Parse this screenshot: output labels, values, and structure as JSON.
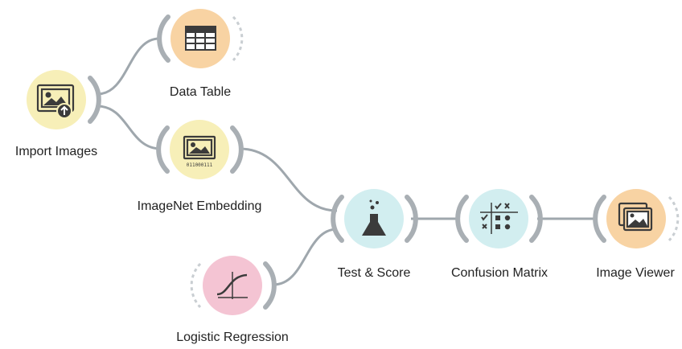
{
  "widgets": {
    "import_images": {
      "label": "Import Images",
      "fill": "#f7efb8",
      "icon": "import-image-icon"
    },
    "data_table": {
      "label": "Data Table",
      "fill": "#f8d3a3",
      "icon": "table-icon"
    },
    "imagenet_embedding": {
      "label": "ImageNet Embedding",
      "fill": "#f7efb8",
      "icon": "embedding-image-icon",
      "icon_caption": "011000111"
    },
    "logistic_regression": {
      "label": "Logistic Regression",
      "fill": "#f4c4d3",
      "icon": "sigmoid-curve-icon"
    },
    "test_score": {
      "label": "Test & Score",
      "fill": "#d2eef0",
      "icon": "flask-icon"
    },
    "confusion_matrix": {
      "label": "Confusion Matrix",
      "fill": "#d2eef0",
      "icon": "confusion-matrix-icon"
    },
    "image_viewer": {
      "label": "Image Viewer",
      "fill": "#f8d3a3",
      "icon": "image-stack-icon"
    }
  },
  "colors": {
    "link": "#9fa7ad",
    "arc": "#a9afb4",
    "icon_stroke": "#3b3b3b"
  }
}
